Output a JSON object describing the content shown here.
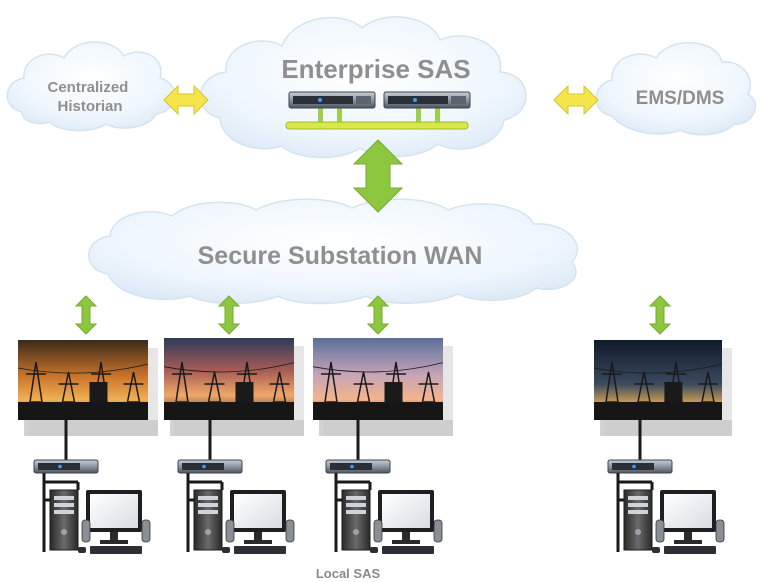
{
  "clouds": {
    "historian": "Centralized\nHistorian",
    "enterprise": "Enterprise SAS",
    "ems": "EMS/DMS",
    "wan": "Secure Substation WAN"
  },
  "caption": "Local SAS",
  "colors": {
    "cloud_fill": "#eef6fd",
    "cloud_stroke": "#d6e3ef",
    "label": "#8f8f8f",
    "arrow_yellow": "#f5e44a",
    "arrow_green": "#8dc63f",
    "bus": "#d8e84a"
  },
  "substations": [
    {
      "scene": "sunset-substation-1"
    },
    {
      "scene": "sunset-substation-2"
    },
    {
      "scene": "sunset-substation-3"
    },
    {
      "scene": "sunset-substation-4"
    }
  ]
}
